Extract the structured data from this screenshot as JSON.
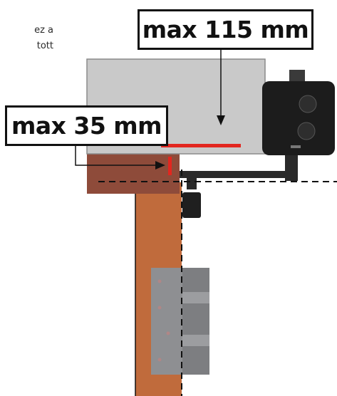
{
  "side_text": {
    "line1": "ez a",
    "line2": "tott"
  },
  "labels": {
    "max_height": "max 115 mm",
    "max_depth": "max 35 mm"
  },
  "colors": {
    "housing": "#c9c9c9",
    "housing_border": "#8a8a8a",
    "mount_block": "#8e4b3a",
    "door_leaf": "#c06b3c",
    "hinge": "#8e8f92",
    "marker_red": "#e3261f",
    "control_box": "#1c1c1c",
    "bracket": "#2a2a2a"
  },
  "icons": [
    "arrow-down-icon",
    "arrow-right-icon",
    "knob-icon"
  ]
}
